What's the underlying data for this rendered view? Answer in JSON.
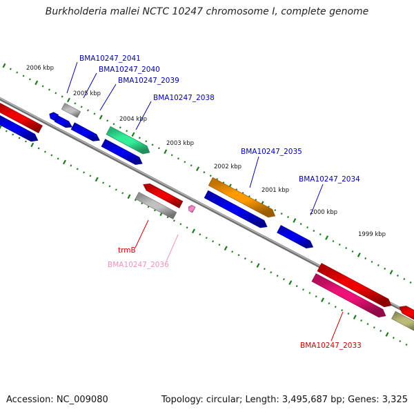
{
  "title": "Burkholderia mallei NCTC 10247 chromosome I, complete genome",
  "footer": {
    "accession": "Accession: NC_009080",
    "topology": "Topology: circular; Length: 3,495,687 bp; Genes: 3,325"
  },
  "colors": {
    "backbone": "#888888",
    "tick": "#1a7a1a",
    "label_blue": "#0000aa",
    "label_red": "#cc0000",
    "label_pink": "#f090c0",
    "blue": "#0000ee",
    "red": "#ee0000",
    "gray": "#c0c0c0",
    "teal": "#33ee99",
    "orange": "#ff9900",
    "magenta": "#ee1177",
    "olive": "#bbbb77",
    "pink": "#ff88cc"
  },
  "kbp_labels": [
    "2006 kbp",
    "2005 kbp",
    "2004 kbp",
    "2003 kbp",
    "2002 kbp",
    "2001 kbp",
    "2000 kbp",
    "1999 kbp"
  ],
  "gene_labels": [
    {
      "name": "BMA10247_2041",
      "color": "label_blue"
    },
    {
      "name": "BMA10247_2040",
      "color": "label_blue"
    },
    {
      "name": "BMA10247_2039",
      "color": "label_blue"
    },
    {
      "name": "BMA10247_2038",
      "color": "label_blue"
    },
    {
      "name": "BMA10247_2035",
      "color": "label_blue"
    },
    {
      "name": "BMA10247_2034",
      "color": "label_blue"
    },
    {
      "name": "trmB",
      "color": "label_red"
    },
    {
      "name": "BMA10247_2036",
      "color": "label_pink"
    },
    {
      "name": "BMA10247_2033",
      "color": "label_red"
    }
  ]
}
